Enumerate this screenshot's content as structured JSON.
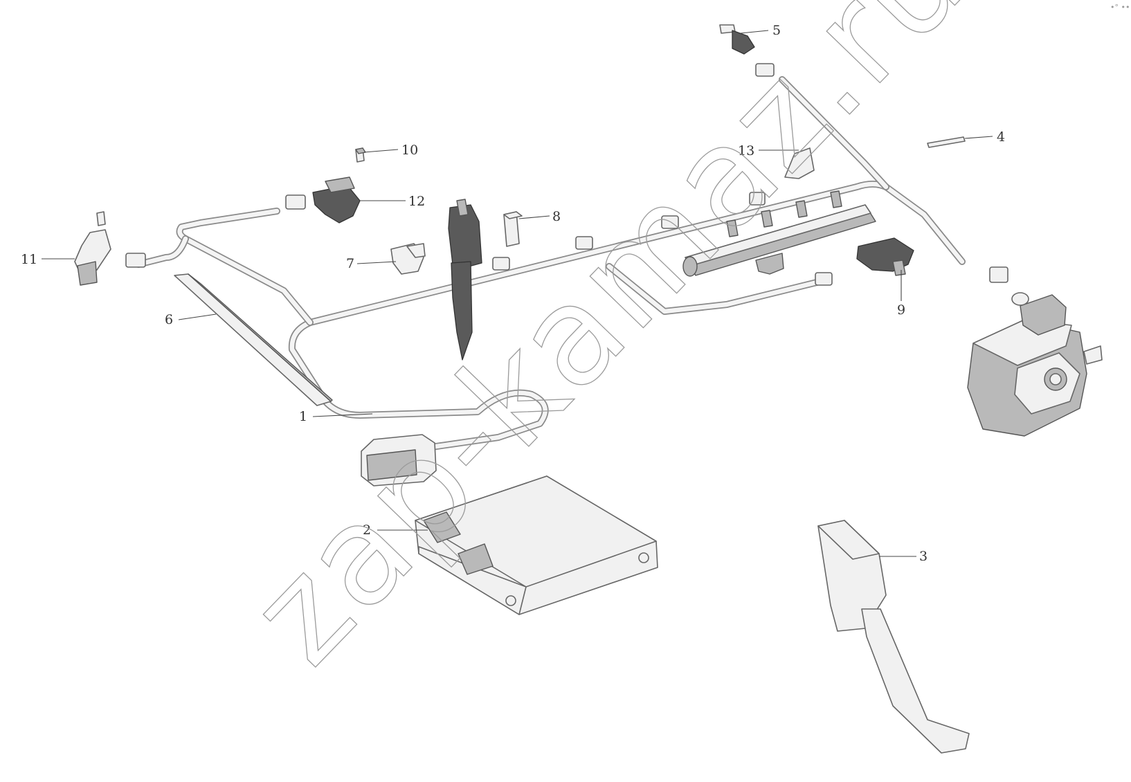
{
  "diagram": {
    "callouts": [
      {
        "id": "1",
        "label": "1"
      },
      {
        "id": "2",
        "label": "2"
      },
      {
        "id": "3",
        "label": "3"
      },
      {
        "id": "4",
        "label": "4"
      },
      {
        "id": "5",
        "label": "5"
      },
      {
        "id": "6",
        "label": "6"
      },
      {
        "id": "7",
        "label": "7"
      },
      {
        "id": "8",
        "label": "8"
      },
      {
        "id": "9",
        "label": "9"
      },
      {
        "id": "10",
        "label": "10"
      },
      {
        "id": "11",
        "label": "11"
      },
      {
        "id": "12",
        "label": "12"
      },
      {
        "id": "13",
        "label": "13"
      }
    ],
    "watermark": "zap-kamaz.ru",
    "corner_mark": "•° ••"
  }
}
